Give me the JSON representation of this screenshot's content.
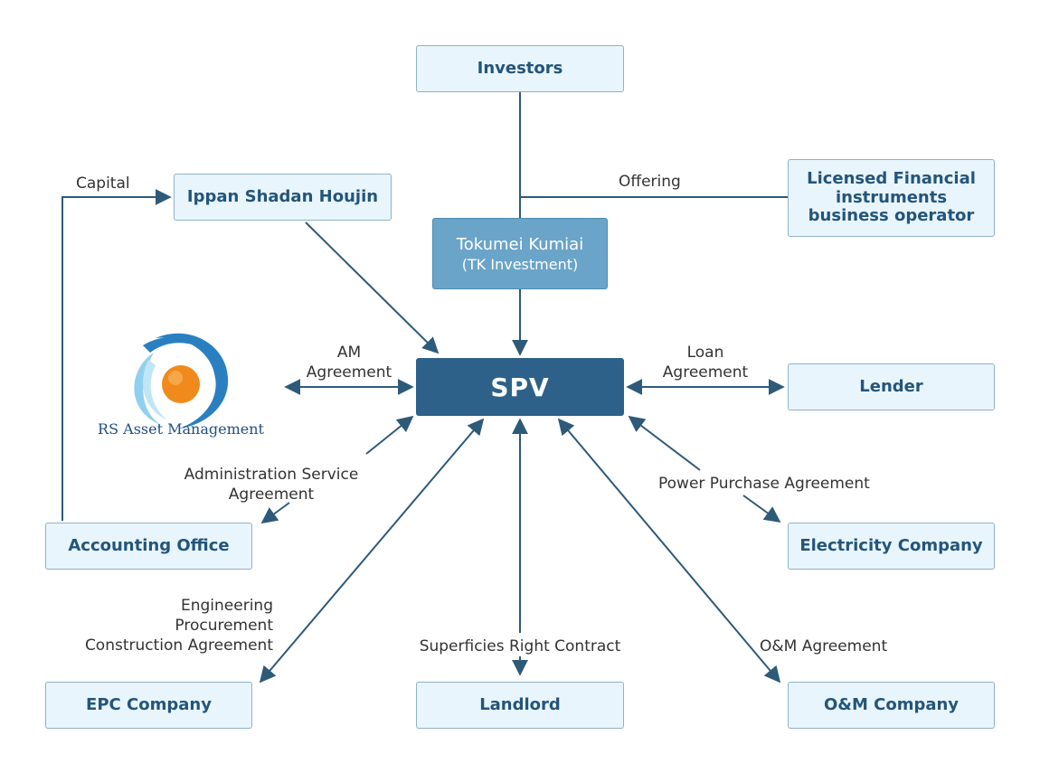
{
  "nodes": {
    "investors": "Investors",
    "ippan": "Ippan Shadan Houjin",
    "licensed": [
      "Licensed Financial",
      "instruments",
      "business operator"
    ],
    "tk": [
      "Tokumei Kumiai",
      "(TK Investment)"
    ],
    "spv": "SPV",
    "lender": "Lender",
    "accounting": "Accounting Office",
    "electricity": "Electricity Company",
    "epc": "EPC Company",
    "landlord": "Landlord",
    "om": "O&M Company"
  },
  "labels": {
    "capital": "Capital",
    "offering": "Offering",
    "am": [
      "AM",
      "Agreement"
    ],
    "loan": [
      "Loan",
      "Agreement"
    ],
    "admin": [
      "Administration Service",
      "Agreement"
    ],
    "ppa": "Power Purchase Agreement",
    "epc_agreement": [
      "Engineering",
      "Procurement",
      "Construction Agreement"
    ],
    "superficies": "Superficies Right Contract",
    "om_agreement": "O&M Agreement"
  },
  "logo": {
    "name": "RS Asset Management",
    "colors": {
      "ring": "#2a7fc1",
      "ring_light": "#8fd0ef",
      "sun": "#f08a1c",
      "text": "#1f4f86"
    }
  },
  "colors": {
    "box_fill": "#e8f5fc",
    "box_border": "#8fb3c7",
    "box_text": "#24557a",
    "tk_fill": "#6aa4c9",
    "spv_fill": "#2d6189",
    "line": "#2e5a7a"
  }
}
